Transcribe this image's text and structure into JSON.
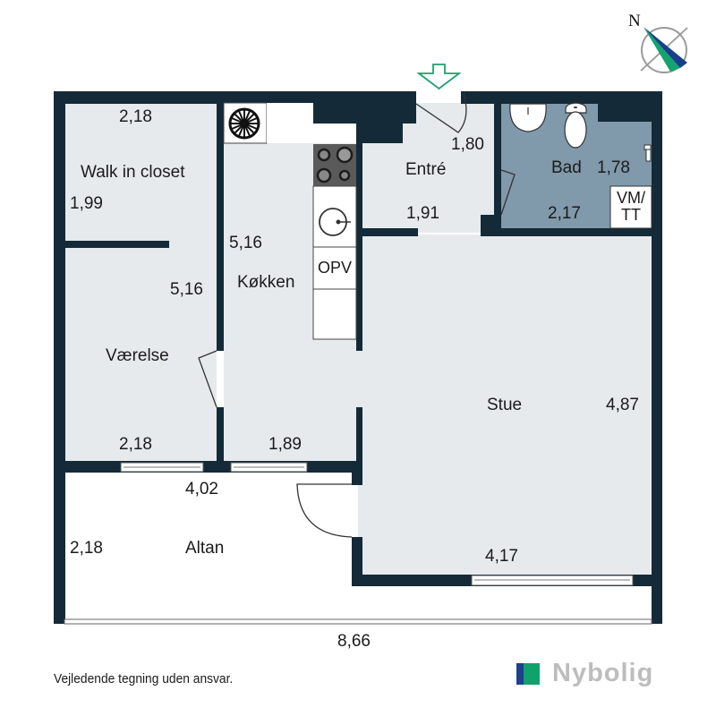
{
  "compass": {
    "label": "N",
    "colors": {
      "blue": "#173f8a",
      "green": "#13a36e",
      "ring": "#9a9a9a"
    }
  },
  "entrance_marker": {
    "icon": "entrance-arrow-icon",
    "color": "#1ea06a"
  },
  "colors": {
    "wall": "#142a38",
    "floor": "#e6eaed",
    "bath_floor": "#8099ab",
    "outdoor": "#ffffff",
    "line": "#333333"
  },
  "rooms": {
    "walk_in_closet": {
      "name": "Walk in closet",
      "width": "2,18",
      "depth": "1,99"
    },
    "vaerelse": {
      "name": "Værelse",
      "depth": "5,16",
      "width": "2,18"
    },
    "kokken": {
      "name": "Køkken",
      "depth": "5,16",
      "width": "1,89",
      "fixture_label": "OPV"
    },
    "entre": {
      "name": "Entré",
      "depth": "1,80",
      "width": "1,91"
    },
    "bad": {
      "name": "Bad",
      "depth": "1,78",
      "width": "2,17",
      "fixture_label_line1": "VM/",
      "fixture_label_line2": "TT"
    },
    "stue": {
      "name": "Stue",
      "depth": "4,87",
      "width": "4,17"
    },
    "altan": {
      "name": "Altan",
      "width": "4,02",
      "depth": "2,18"
    }
  },
  "overall_width": "8,66",
  "footer": {
    "disclaimer": "Vejledende tegning uden ansvar.",
    "brand": "Nybolig"
  }
}
